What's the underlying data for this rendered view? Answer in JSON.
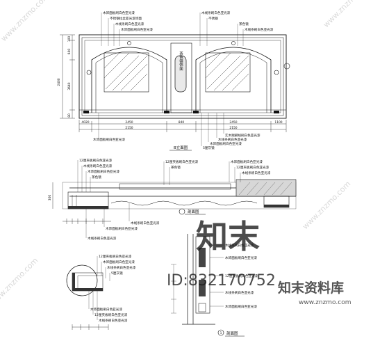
{
  "sheet": {
    "elevation_title": "B立面图",
    "section_title_1": "剖面图",
    "section_title_2": "剖面图",
    "section_marker": "1",
    "mirror_sign": "茶色镜饰面"
  },
  "elevation": {
    "overall_height": "2400",
    "left_dims": [
      "100",
      "600",
      "3640",
      "80"
    ],
    "bottom_dims_top": [
      "2450",
      "840",
      "2450"
    ],
    "bottom_dims_bottom": [
      "2150",
      "2150"
    ],
    "side_small": [
      "4020",
      "1100"
    ],
    "callouts_left": [
      "木饰面板刷白色亚光漆",
      "不锈钢拉丝亚光漆饰面",
      "木线条刷白色亚光漆",
      "木饰面板刷白色亚光漆"
    ],
    "callouts_right": [
      "木线条刷白色亚光漆",
      "不锈钢",
      "茶色镜",
      "木线条刷白色亚光漆"
    ],
    "callouts_bottom": [
      "木饰面板刷白色亚光漆",
      "5厘灰镜",
      "木饰面板刷白色亚光漆",
      "木线条刷白色亚光漆",
      "实木踢脚线刷白色亚光漆"
    ]
  },
  "plan": {
    "callouts_left": [
      "12厘夹板刷白色亚光漆",
      "木线条刷白色亚光漆",
      "木饰面板刷白色亚光漆",
      "茶色镜"
    ],
    "callouts_top": [
      "12厘夹板刷白色亚光漆",
      "茶色镜"
    ],
    "callouts_right": [
      "木饰面板刷白色亚光漆",
      "12厘夹板刷白色亚光漆",
      "木线条刷白色亚光漆"
    ],
    "callouts_bottom": [
      "木线条刷白色亚光漆",
      "木饰面板刷白色亚光漆",
      "木线条刷白色亚光漆"
    ]
  },
  "detail": {
    "callouts_left": [
      "12厘夹板刷白色亚光漆",
      "木饰面板刷白色亚光漆",
      "木线条刷白色亚光漆",
      "5厘灰镜"
    ],
    "callouts_bottom": [
      "木饰面板刷白色亚光漆",
      "12厘夹板刷白色亚光漆",
      "木线条刷白色亚光漆"
    ]
  },
  "section": {
    "callouts": [
      "木线条刷白色亚光漆",
      "木饰面板刷白色亚光漆",
      "12厘夹板刷白色亚光漆",
      "木线条刷白色亚光漆",
      "木饰面板刷白色亚光漆"
    ]
  },
  "watermark": {
    "logo_text": "知末",
    "id_text": "ID:832170752",
    "brand": "知末资料库",
    "url": "www.znzmo.com",
    "side_url": "www.znzmo.com"
  }
}
